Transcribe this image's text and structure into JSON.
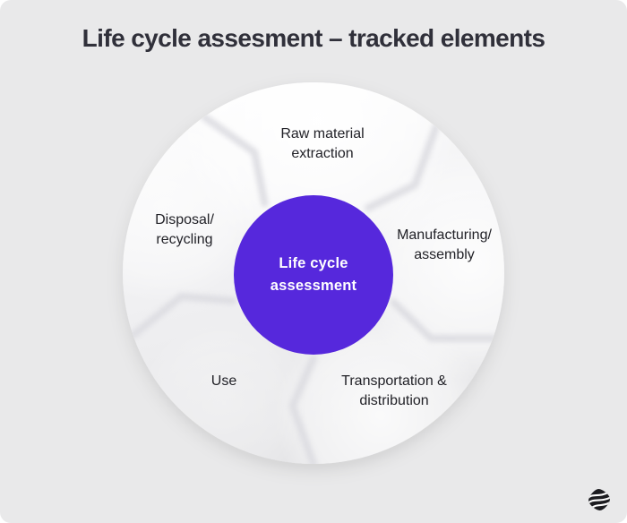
{
  "title": "Life cycle assesment – tracked elements",
  "wheel": {
    "center_label": "Life cycle\nassessment",
    "stages": [
      {
        "label": "Raw material\nextraction"
      },
      {
        "label": "Manufacturing/\nassembly"
      },
      {
        "label": "Transportation &\ndistribution"
      },
      {
        "label": "Use"
      },
      {
        "label": "Disposal/\nrecycling"
      }
    ]
  },
  "branding": {
    "logo_icon": "striped-sphere-logo-icon"
  },
  "colors": {
    "accent": "#5628DC",
    "canvas_background": "#E9E9EA",
    "wheel_top": "#FFFFFF",
    "wheel_bottom": "#E6E6E8",
    "segment_divider": "#DCDCE1",
    "title_text": "#30303A",
    "label_text": "#222228",
    "center_text": "#FFFFFF",
    "logo": "#1C1C20"
  }
}
